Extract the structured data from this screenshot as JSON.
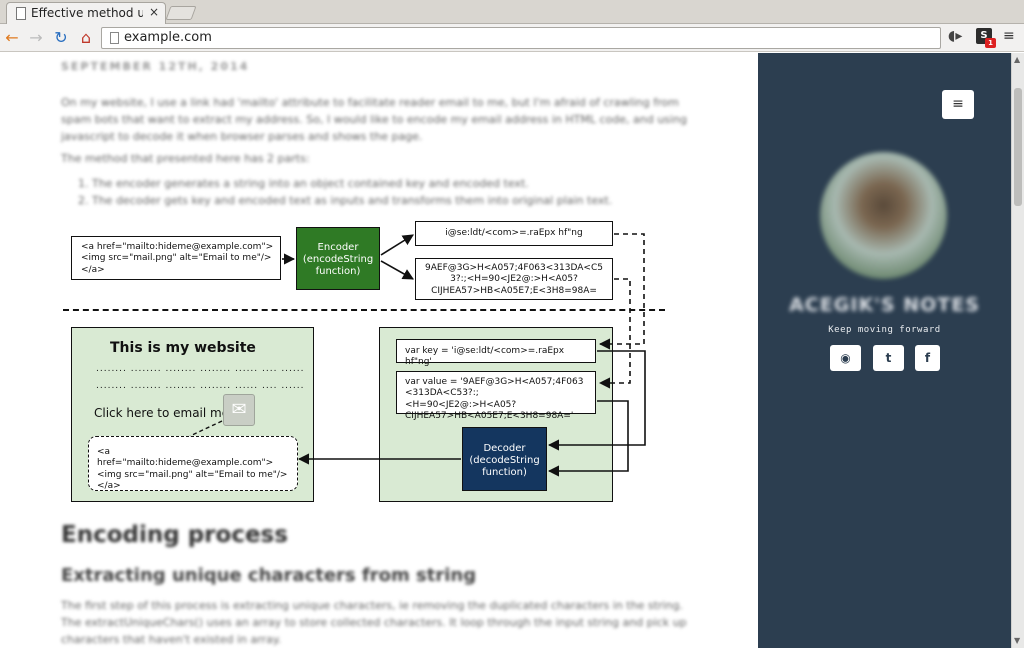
{
  "browser": {
    "tab_title": "Effective method usin",
    "tab_close": "×",
    "url": "example.com",
    "nav": {
      "back": "←",
      "forward": "→",
      "reload": "↻",
      "home": "⌂",
      "menu": "≡"
    },
    "extension_label": "S",
    "extension_badge": "1"
  },
  "post": {
    "date": "SEPTEMBER 12TH, 2014",
    "intro": "On my website, I use a link had 'mailto' attribute to facilitate reader email to me, but I'm afraid of crawling from spam bots that want to extract my address. So, I would like to encode my email address in HTML code, and using javascript to decode it when browser parses and shows the page.",
    "method_intro": "The method that presented here has 2 parts:",
    "steps": [
      "1.  The encoder generates a string into an object contained key and encoded text.",
      "2.  The decoder gets key and encoded text as inputs and transforms them into original plain text."
    ],
    "heading_encoding": "Encoding process",
    "heading_extract": "Extracting unique characters from string",
    "extract_para": "The first step of this process is extracting unique characters, ie removing the duplicated characters in the string. The extractUniqueChars() uses an array to store collected characters. It loop through the input string and pick up characters that haven't existed in array."
  },
  "diagram": {
    "source_code": [
      "<a href=\"mailto:hideme@example.com\">",
      "<img src=\"mail.png\" alt=\"Email to me\"/>",
      "</a>"
    ],
    "encoder": [
      "Encoder",
      "(encodeString",
      "function)"
    ],
    "key_text": "i@se:ldt/<com>=.raEpx hf\"ng",
    "encoded_text": [
      "9AEF@3G>H<A057;4F063<313DA<C5",
      "3?:;<H=90<JE2@:>H<A05?",
      "CIJHEA57>HB<A05E7;E<3H8=98A="
    ],
    "website_title": "This is my website",
    "dots_line": "........ ........ ........ ........ ...... .... ......",
    "click_text": "Click here to email me",
    "mail_icon": "✉",
    "output_code": [
      "<a href=\"mailto:hideme@example.com\">",
      "<img src=\"mail.png\" alt=\"Email to me\"/>",
      "</a>"
    ],
    "var_key": "var key = 'i@se:ldt/<com>=.raEpx hf\"ng'",
    "var_value": [
      "var value = '9AEF@3G>H<A057;4F063",
      "<313DA<C53?:;<H=90<JE2@:>H<A05?",
      "CIJHEA57>HB<A05E7;E<3H8=98A='"
    ],
    "decoder": [
      "Decoder",
      "(decodeString",
      "function)"
    ]
  },
  "sidebar": {
    "menu_icon": "≡",
    "title": "ACEGIK'S NOTES",
    "tagline": "Keep moving forward",
    "social": {
      "github": "◉",
      "twitter": "t",
      "facebook": "f"
    }
  },
  "scrollbar": {
    "up": "▲",
    "down": "▼"
  }
}
